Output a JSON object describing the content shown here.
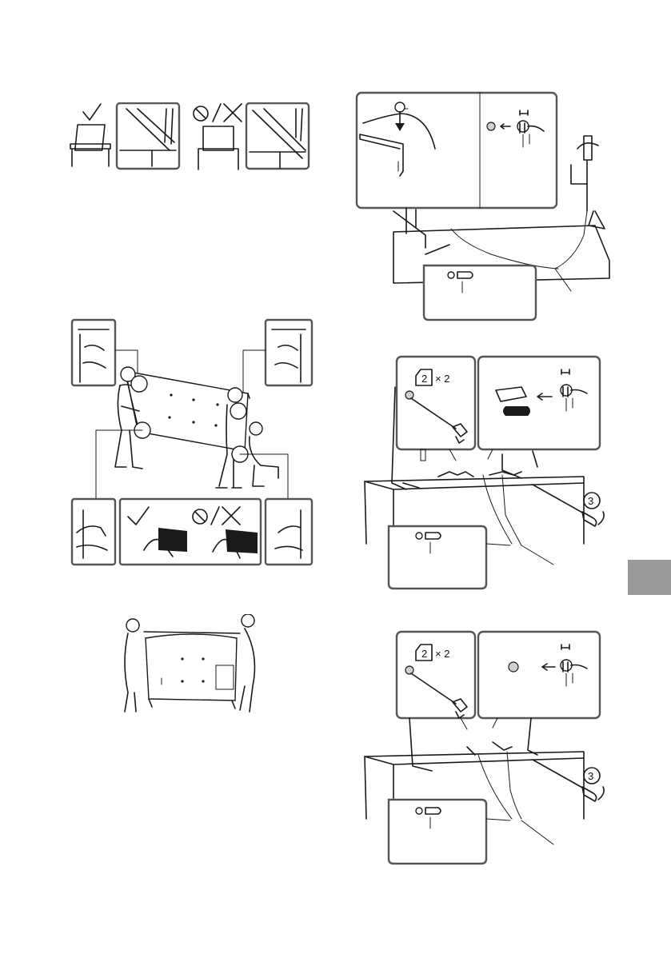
{
  "figures": {
    "multiplier_label_1": "× 2",
    "multiplier_label_2": "× 2",
    "step_number_1": "2",
    "step_number_2": "2",
    "step_number_3": "3",
    "step_number_4": "3"
  },
  "colors": {
    "ink": "#1a1a1a",
    "callout_border": "#555555",
    "side_tab": "#999999"
  }
}
